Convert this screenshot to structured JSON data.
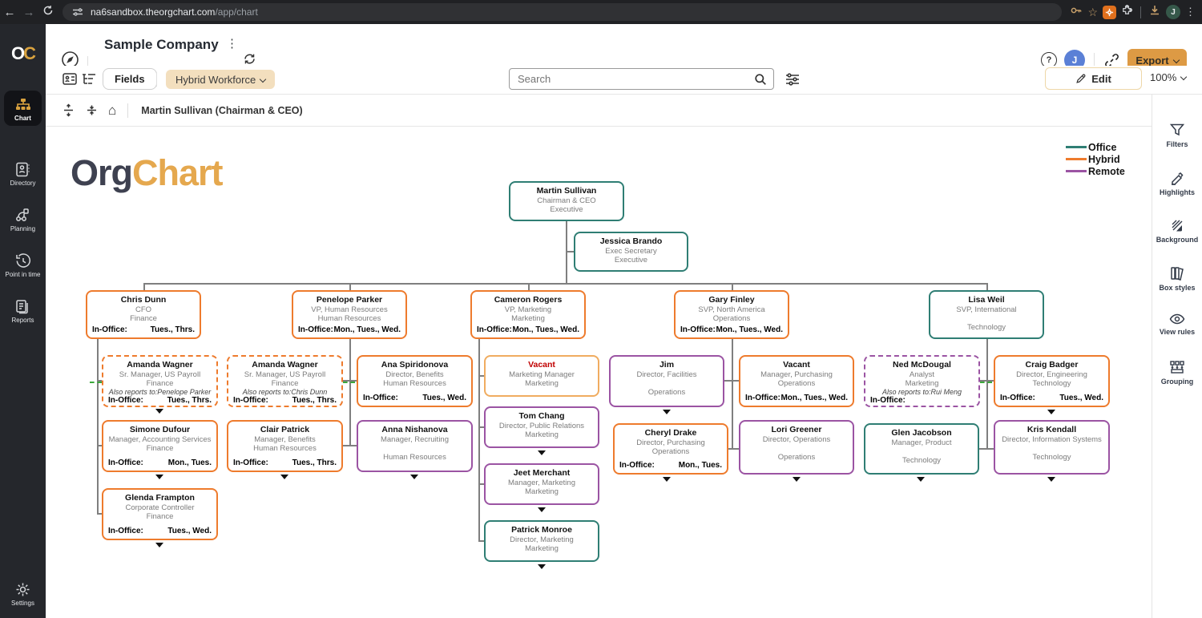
{
  "browser": {
    "url_domain": "na6sandbox.theorgchart.com",
    "url_path": "/app/chart",
    "profile_initial": "J"
  },
  "app_header": {
    "title": "Sample Company",
    "avatar_initial": "J",
    "export_label": "Export"
  },
  "toolbar": {
    "fields_label": "Fields",
    "view_selector": "Hybrid Workforce",
    "search_placeholder": "Search",
    "edit_label": "Edit",
    "zoom_level": "100%"
  },
  "breadcrumb": {
    "text": "Martin Sullivan (Chairman & CEO)"
  },
  "left_sidebar": {
    "items": [
      {
        "label": "Chart",
        "active": true
      },
      {
        "label": "Directory"
      },
      {
        "label": "Planning"
      },
      {
        "label": "Point in time"
      },
      {
        "label": "Reports"
      }
    ],
    "settings_label": "Settings"
  },
  "right_sidebar": {
    "items": [
      {
        "label": "Filters"
      },
      {
        "label": "Highlights"
      },
      {
        "label": "Background"
      },
      {
        "label": "Box styles"
      },
      {
        "label": "View rules"
      },
      {
        "label": "Grouping"
      }
    ]
  },
  "canvas": {
    "logo_part1": "Org",
    "logo_part2": "Chart",
    "in_office_label": "In-Office:",
    "legend": [
      {
        "label": "Office",
        "color": "#2F7E74"
      },
      {
        "label": "Hybrid",
        "color": "#EE7B2D"
      },
      {
        "label": "Remote",
        "color": "#9B54A3"
      }
    ],
    "palette": {
      "office": "#2F7E74",
      "hybrid": "#EE7B2D",
      "remote": "#9B54A3",
      "vacant_border": "#F0AC60",
      "connector": "#7F7F7F",
      "also_link": "#3AA83A",
      "vacant_red": "#C00000"
    },
    "nodes": [
      {
        "id": "martin",
        "name": "Martin Sullivan",
        "title": "Chairman & CEO",
        "dept": "Executive",
        "style": "office"
      },
      {
        "id": "jessica",
        "name": "Jessica Brando",
        "title": "Exec Secretary",
        "dept": "Executive",
        "style": "office"
      },
      {
        "id": "chris",
        "name": "Chris  Dunn",
        "title": "CFO",
        "dept": "Finance",
        "days": "Tues., Thrs.",
        "style": "hybrid"
      },
      {
        "id": "penelope",
        "name": "Penelope Parker",
        "title": "VP, Human Resources",
        "dept": "Human Resources",
        "days": "Mon., Tues., Wed.",
        "style": "hybrid"
      },
      {
        "id": "cameron",
        "name": "Cameron Rogers",
        "title": "VP, Marketing",
        "dept": "Marketing",
        "days": "Mon., Tues., Wed.",
        "style": "hybrid"
      },
      {
        "id": "gary",
        "name": "Gary Finley",
        "title": "SVP, North America",
        "dept": "Operations",
        "days": "Mon., Tues., Wed.",
        "style": "hybrid"
      },
      {
        "id": "lisa",
        "name": "Lisa Weil",
        "title": "SVP, International",
        "dept": "Technology",
        "gap": true,
        "style": "office"
      },
      {
        "id": "amanda1",
        "name": "Amanda Wagner",
        "title": "Sr. Manager, US Payroll",
        "dept": "Finance",
        "also": "Also reports to:Penelope Parker",
        "days": "Tues., Thrs.",
        "style": "hybrid_dashed"
      },
      {
        "id": "amanda2",
        "name": "Amanda Wagner",
        "title": "Sr. Manager, US Payroll",
        "dept": "Finance",
        "also": "Also reports to:Chris  Dunn",
        "days": "Tues., Thrs.",
        "style": "hybrid_dashed"
      },
      {
        "id": "ana",
        "name": "Ana Spiridonova",
        "title": "Director, Benefits",
        "dept": "Human Resources",
        "days": "Tues., Wed.",
        "style": "hybrid"
      },
      {
        "id": "vacant_mkt",
        "name": "Vacant",
        "title": "Marketing Manager",
        "dept": "Marketing",
        "style": "vacant",
        "name_color": "#C00000"
      },
      {
        "id": "jim",
        "name": "Jim",
        "title": "Director, Facilities",
        "dept": "Operations",
        "gap": true,
        "style": "remote"
      },
      {
        "id": "vacant_pur",
        "name": "Vacant",
        "title": "Manager, Purchasing",
        "dept": "Operations",
        "days": "Mon., Tues., Wed.",
        "style": "hybrid"
      },
      {
        "id": "ned",
        "name": "Ned McDougal",
        "title": "Analyst",
        "dept": "Marketing",
        "also": "Also reports to:Rui Meng",
        "days": "",
        "style": "remote_dashed"
      },
      {
        "id": "craig",
        "name": "Craig Badger",
        "title": "Director, Engineering",
        "dept": "Technology",
        "days": "Tues., Wed.",
        "style": "hybrid"
      },
      {
        "id": "simone",
        "name": "Simone Dufour",
        "title": "Manager, Accounting Services",
        "dept": "Finance",
        "days": "Mon., Tues.",
        "style": "hybrid"
      },
      {
        "id": "clair",
        "name": "Clair Patrick",
        "title": "Manager, Benefits",
        "dept": "Human Resources",
        "days": "Tues., Thrs.",
        "style": "hybrid"
      },
      {
        "id": "anna",
        "name": "Anna Nishanova",
        "title": "Manager, Recruiting",
        "dept": "Human Resources",
        "gap": true,
        "style": "remote"
      },
      {
        "id": "tom",
        "name": "Tom Chang",
        "title": "Director, Public Relations",
        "dept": "Marketing",
        "style": "remote"
      },
      {
        "id": "cheryl",
        "name": "Cheryl Drake",
        "title": "Director, Purchasing",
        "dept": "Operations",
        "days": "Mon., Tues.",
        "style": "hybrid"
      },
      {
        "id": "lori",
        "name": "Lori Greener",
        "title": "Director, Operations",
        "dept": "Operations",
        "gap": true,
        "style": "remote"
      },
      {
        "id": "glen",
        "name": "Glen Jacobson",
        "title": "Manager, Product",
        "dept": "Technology",
        "gap": true,
        "style": "office"
      },
      {
        "id": "kris",
        "name": "Kris Kendall",
        "title": "Director, Information Systems",
        "dept": "Technology",
        "gap": true,
        "style": "remote"
      },
      {
        "id": "jeet",
        "name": "Jeet Merchant",
        "title": "Manager, Marketing",
        "dept": "Marketing",
        "style": "remote"
      },
      {
        "id": "patrick",
        "name": "Patrick Monroe",
        "title": "Director, Marketing",
        "dept": "Marketing",
        "style": "office"
      },
      {
        "id": "glenda",
        "name": "Glenda Frampton",
        "title": "Corporate Controller",
        "dept": "Finance",
        "days": "Tues., Wed.",
        "style": "hybrid"
      }
    ]
  }
}
